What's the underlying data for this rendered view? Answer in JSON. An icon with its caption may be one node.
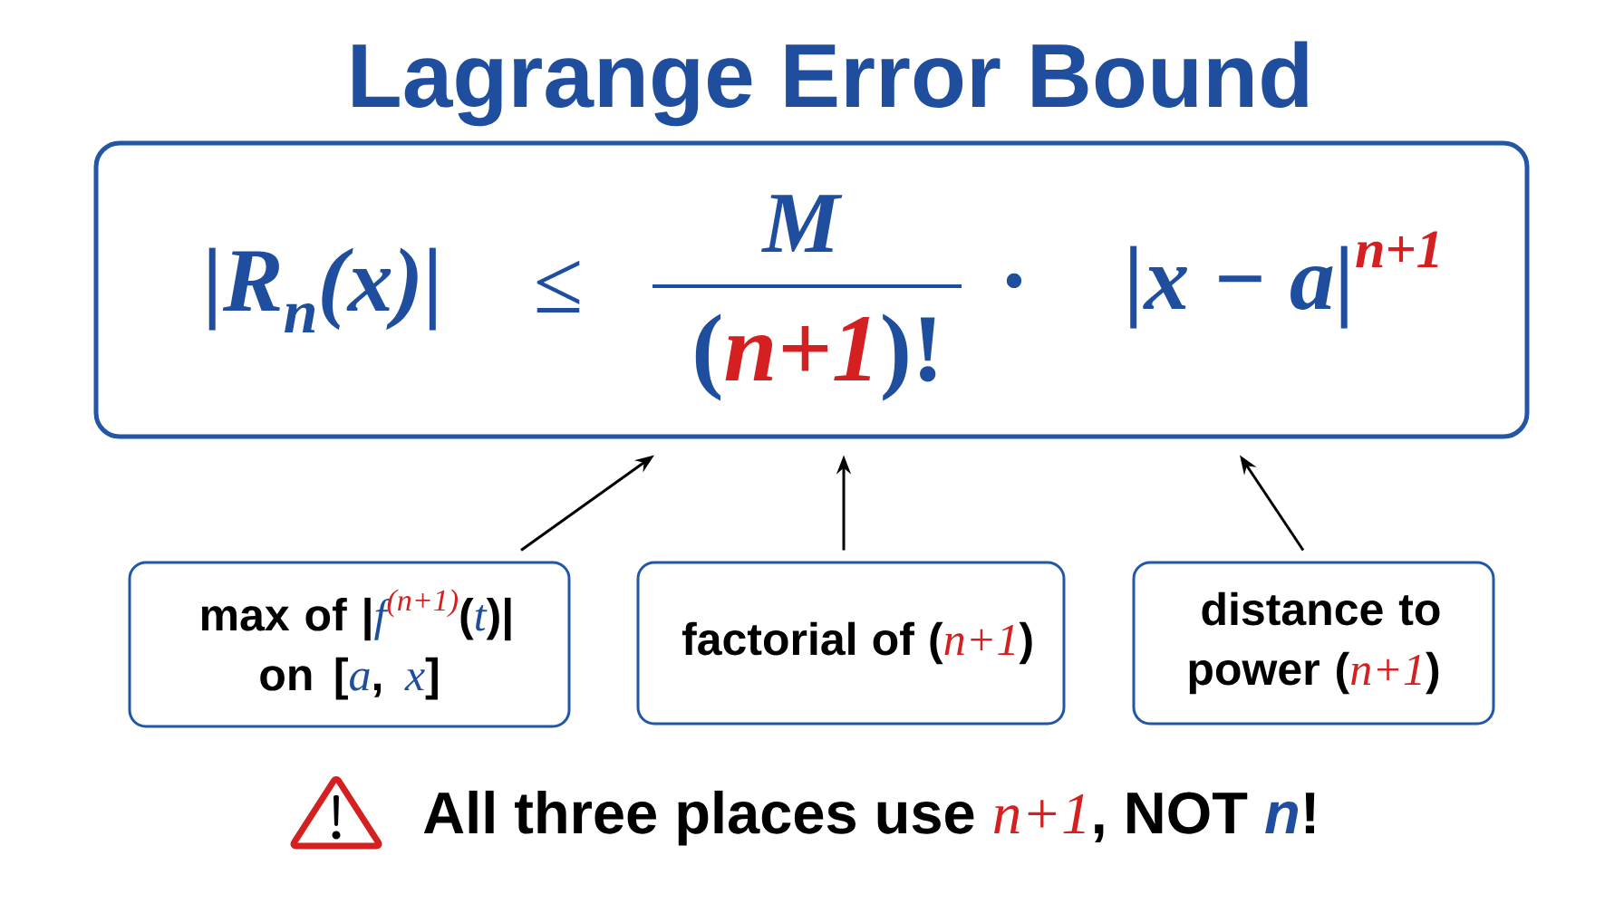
{
  "diagram": {
    "title": "Lagrange Error Bound",
    "nodes": [
      {
        "text": [
          "|R$_{n}$(x)|",
          "≤",
          "M",
          "(*n+1*)!",
          "·",
          "|x − a|$^{n+1}$"
        ]
      },
      {
        "text": [
          "max of |*f*$^{(n+1)}$(*t*)| on [*a*, *x*]"
        ]
      },
      {
        "text": [
          "factorial of (*n+1*)"
        ]
      },
      {
        "text": [
          "distance to power (*n+1*)"
        ]
      }
    ],
    "edges": [
      {
        "from": 1,
        "to": 0,
        "arrow": "to"
      },
      {
        "from": 2,
        "to": 0,
        "arrow": "to"
      },
      {
        "from": 3,
        "to": 0,
        "arrow": "to"
      }
    ],
    "labels": [
      "All three places use *n+1*, NOT *n*!"
    ]
  }
}
